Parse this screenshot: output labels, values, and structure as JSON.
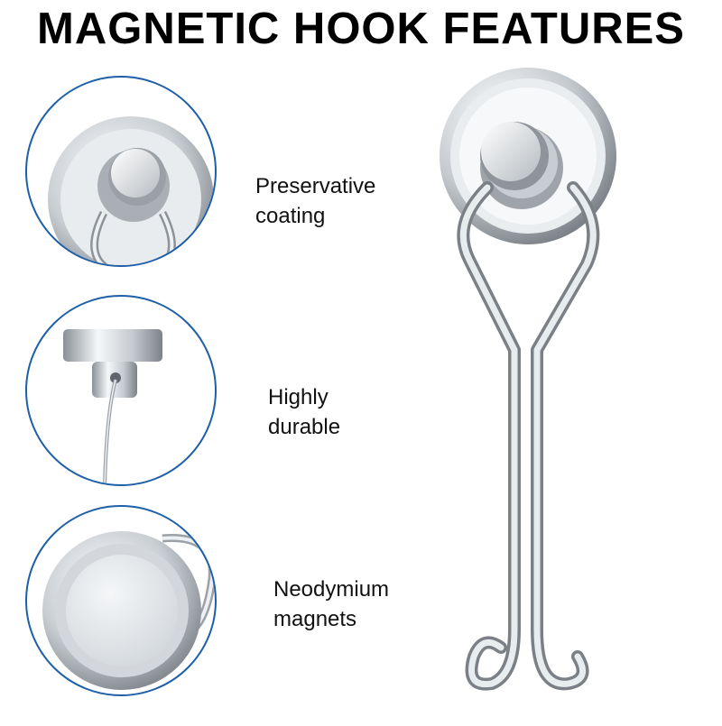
{
  "title": "MAGNETIC HOOK FEATURES",
  "features": [
    {
      "line1": "Preservative",
      "line2": "coating",
      "image": "magnet-top-closeup"
    },
    {
      "line1": "Highly",
      "line2": "durable",
      "image": "magnet-side-closeup"
    },
    {
      "line1": "Neodymium",
      "line2": "magnets",
      "image": "magnet-face-closeup"
    }
  ],
  "main_image": "swivel-magnetic-hook",
  "colors": {
    "circle_border": "#1d5fa8",
    "metal_light": "#f4f6f8",
    "metal_dark": "#7c8288"
  }
}
